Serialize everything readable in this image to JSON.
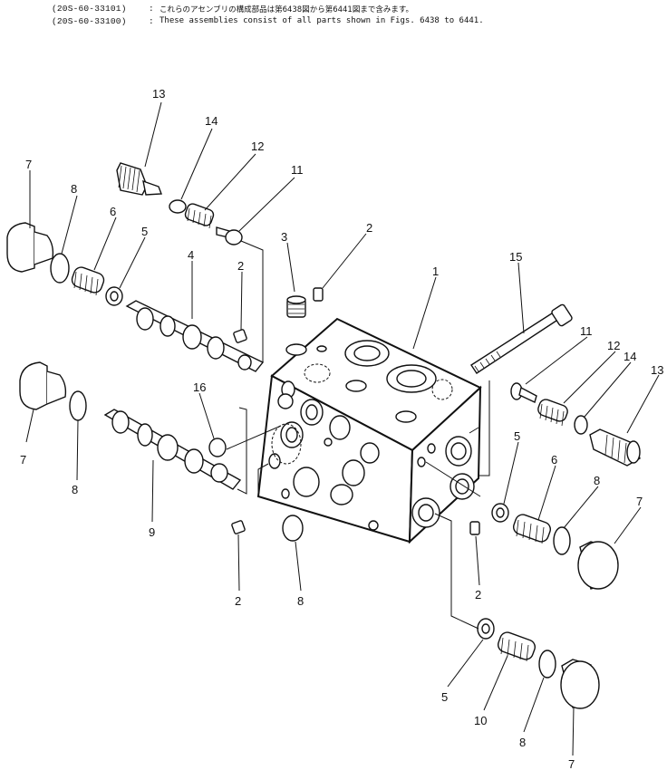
{
  "header": {
    "serial_1": "(20S-60-33101)",
    "serial_2": "(20S-60-33100)",
    "note_jp": "これらのアセンブリの構成部品は第6438図から第6441図まで含みます。",
    "note_en": "These assemblies consist of all parts shown in Figs. 6438 to 6441."
  },
  "callouts": {
    "c1": "1",
    "c2a": "2",
    "c2b": "2",
    "c2c": "2",
    "c2d": "2",
    "c3": "3",
    "c4": "4",
    "c5a": "5",
    "c5b": "5",
    "c5c": "5",
    "c6a": "6",
    "c6b": "6",
    "c7a": "7",
    "c7b": "7",
    "c7c": "7",
    "c7d": "7",
    "c8a": "8",
    "c8b": "8",
    "c8c": "8",
    "c8d": "8",
    "c8e": "8",
    "c9": "9",
    "c10": "10",
    "c11a": "11",
    "c11b": "11",
    "c12a": "12",
    "c12b": "12",
    "c13a": "13",
    "c13b": "13",
    "c14a": "14",
    "c14b": "14",
    "c15": "15",
    "c16": "16"
  }
}
